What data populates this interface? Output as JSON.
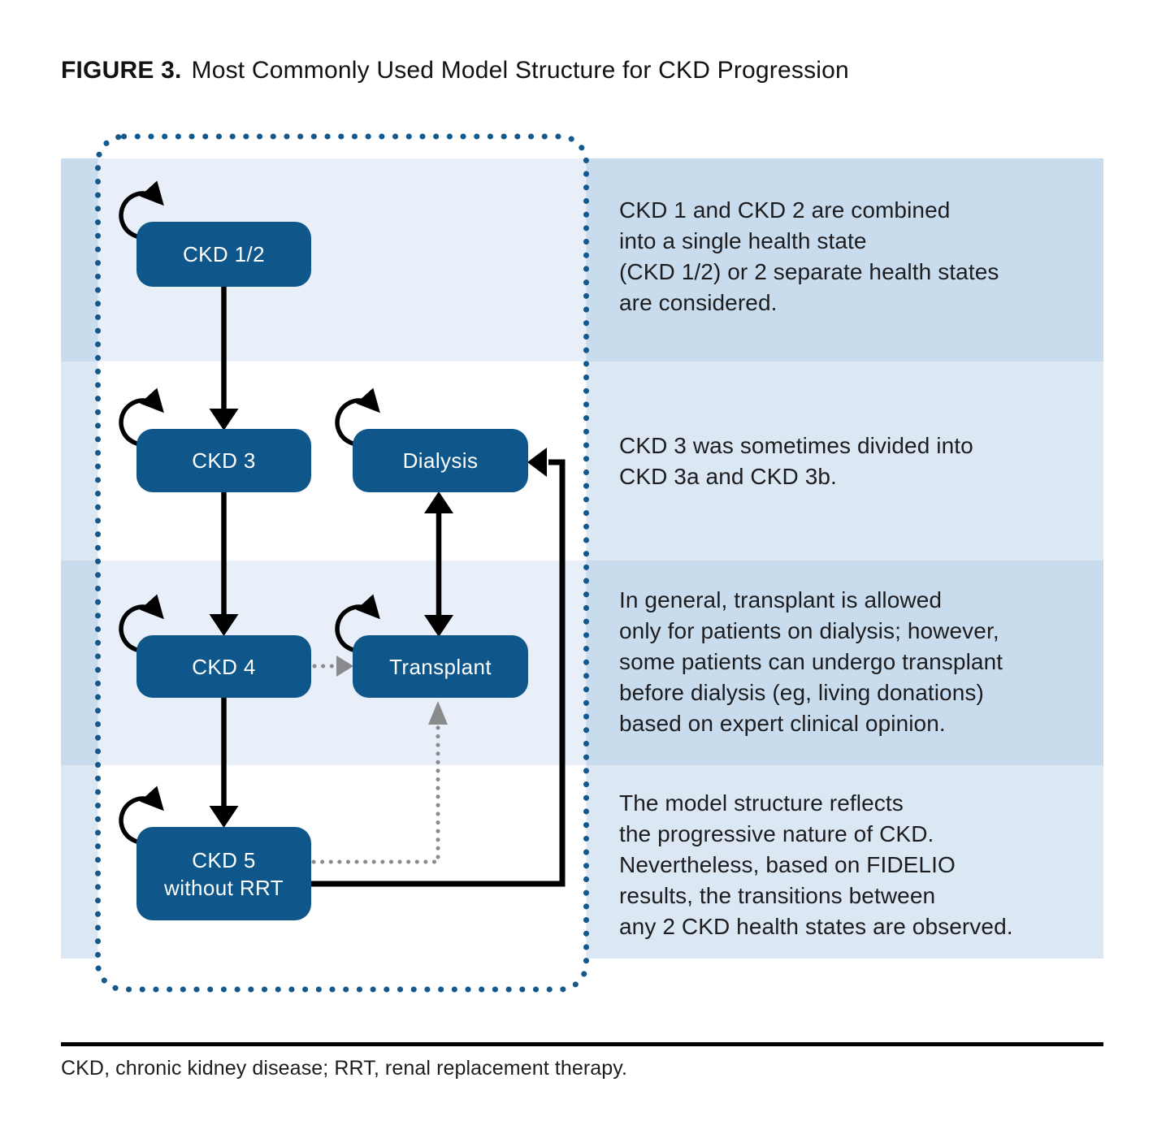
{
  "figure": {
    "label": "FIGURE 3.",
    "title": "Most Commonly Used Model Structure for CKD Progression"
  },
  "diagram": {
    "nodes": [
      {
        "id": "ckd12",
        "label": "CKD 1/2"
      },
      {
        "id": "ckd3",
        "label": "CKD 3"
      },
      {
        "id": "dialysis",
        "label": "Dialysis"
      },
      {
        "id": "ckd4",
        "label": "CKD 4"
      },
      {
        "id": "transplant",
        "label": "Transplant"
      },
      {
        "id": "ckd5",
        "label_lines": [
          "CKD 5",
          "without RRT"
        ]
      }
    ],
    "edges": [
      {
        "from": "CKD 1/2",
        "to": "CKD 1/2",
        "style": "self-loop"
      },
      {
        "from": "CKD 3",
        "to": "CKD 3",
        "style": "self-loop"
      },
      {
        "from": "Dialysis",
        "to": "Dialysis",
        "style": "self-loop"
      },
      {
        "from": "CKD 4",
        "to": "CKD 4",
        "style": "self-loop"
      },
      {
        "from": "Transplant",
        "to": "Transplant",
        "style": "self-loop"
      },
      {
        "from": "CKD 5 without RRT",
        "to": "CKD 5 without RRT",
        "style": "self-loop"
      },
      {
        "from": "CKD 1/2",
        "to": "CKD 3",
        "style": "solid-arrow"
      },
      {
        "from": "CKD 3",
        "to": "CKD 4",
        "style": "solid-arrow"
      },
      {
        "from": "CKD 4",
        "to": "CKD 5 without RRT",
        "style": "solid-arrow"
      },
      {
        "from": "Dialysis",
        "to": "Transplant",
        "style": "solid-double-arrow"
      },
      {
        "from": "CKD 5 without RRT",
        "to": "Dialysis",
        "style": "solid-arrow"
      },
      {
        "from": "CKD 4",
        "to": "Transplant",
        "style": "dotted-gray-arrow"
      },
      {
        "from": "CKD 5 without RRT",
        "to": "Transplant",
        "style": "dotted-gray-arrow"
      }
    ],
    "annotations": [
      {
        "lines": [
          "CKD 1 and CKD 2 are combined",
          "into a single health state",
          "(CKD 1/2) or 2 separate health states",
          "are considered."
        ]
      },
      {
        "lines": [
          "CKD 3 was sometimes divided into",
          "CKD 3a and CKD 3b."
        ]
      },
      {
        "lines": [
          "In general, transplant is allowed",
          "only for patients on dialysis; however,",
          "some patients can undergo transplant",
          "before dialysis (eg, living donations)",
          "based on expert clinical opinion."
        ]
      },
      {
        "lines": [
          "The model structure reflects",
          "the progressive nature of CKD.",
          "Nevertheless, based on FIDELIO",
          "results, the transitions between",
          "any 2 CKD health states are observed."
        ]
      }
    ],
    "colors": {
      "node_fill": "#0f578a",
      "node_text": "#ffffff",
      "band_dark": "#c9dcee",
      "band_light": "#dbe8f4",
      "panel_stripe": "#e8eff9",
      "panel_bg": "#ffffff",
      "dotted_border": "#15588c",
      "gray_arrow": "#898a8c",
      "black_arrow": "#000000"
    }
  },
  "footnote": "CKD, chronic kidney disease; RRT, renal replacement therapy."
}
